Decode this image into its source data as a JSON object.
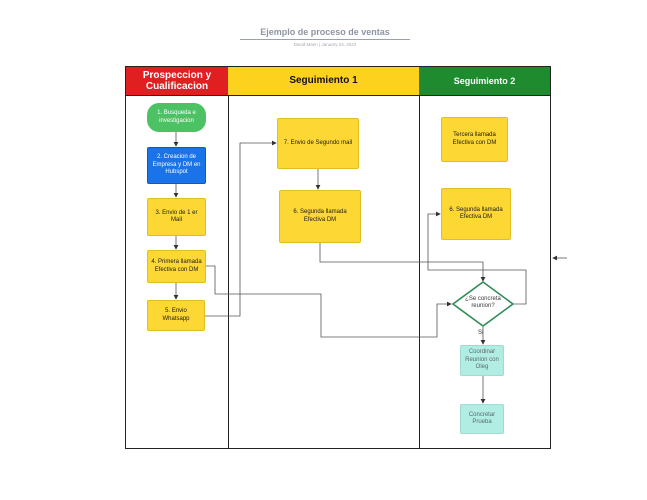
{
  "document": {
    "title": "Ejemplo de proceso de ventas",
    "subtitle": "David Marin | January 23, 2023"
  },
  "lanes": [
    {
      "title": "Prospeccion y Cualificacion",
      "color": "#e02020",
      "text_color": "#ffffff"
    },
    {
      "title": "Seguimiento 1",
      "color": "#fdd21f",
      "text_color": "#111111"
    },
    {
      "title": "Seguimiento 2",
      "color": "#1e8c2e",
      "text_color": "#ffffff"
    }
  ],
  "nodes": {
    "busqueda": "1. Busqueda e investigacion",
    "creacion": "2. Creacion de Empresa y DM en Hubspot",
    "envio_mail": "3. Envio de 1 er Mail",
    "primera_llamada": "4. Primera llamada Efectiva con DM",
    "envio_whatsapp": "5. Envio Whatsapp",
    "envio_segundo_mail": "7. Envio de Segundo mail",
    "segunda_llamada_1": "6. Segunda llamada Efectiva DM",
    "tercera_llamada": "Tercera llamada Efectiva con DM",
    "segunda_llamada_2": "6. Segunda llamada Efectiva DM",
    "decision": "¿Se concreta reunion?",
    "coordinar": "Coordinar Reunion con Oleg",
    "concretar": "Concretar Prueba"
  },
  "edge_labels": {
    "si": "Si"
  },
  "colors": {
    "sticky_yellow": "#fdd835",
    "process_blue": "#1a73e8",
    "start_green": "#4cc265",
    "decision_green": "#2e8b57",
    "terminal_teal": "#b2ede3",
    "line": "#444444"
  }
}
